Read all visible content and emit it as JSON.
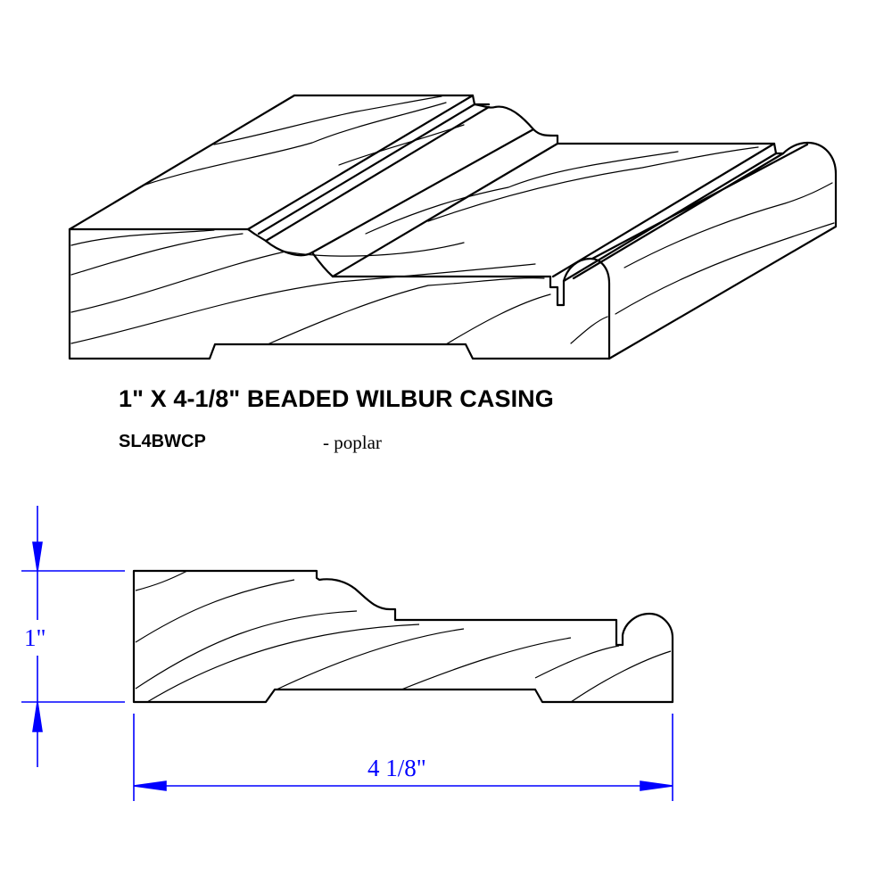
{
  "product": {
    "title": "1\" X 4-1/8\" BEADED WILBUR CASING",
    "sku": "SL4BWCP",
    "material": "- poplar"
  },
  "dimensions": {
    "thickness_label": "1\"",
    "width_label": "4 1/8\""
  },
  "colors": {
    "line": "#000000",
    "dimension": "#0000ff"
  }
}
